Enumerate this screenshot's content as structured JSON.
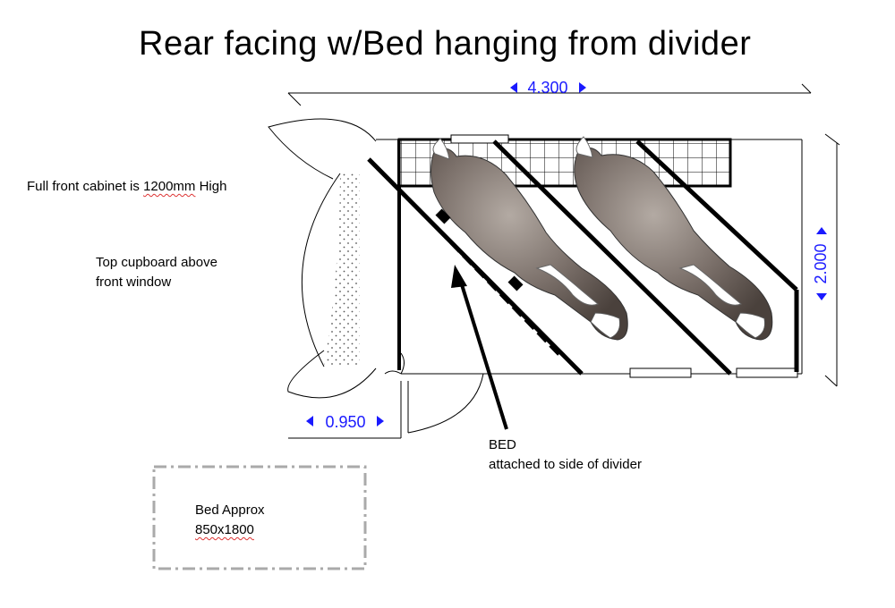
{
  "title": "Rear facing w/Bed hanging from divider",
  "dimensions": {
    "length": "4.300",
    "width": "2.000",
    "door": "0.950"
  },
  "notes": {
    "cabinet_prefix": "Full front cabinet is ",
    "cabinet_height": "1200mm",
    "cabinet_suffix": " High",
    "cupboard_line1": "Top cupboard above",
    "cupboard_line2": "front window",
    "bed_label_line1": "BED",
    "bed_label_line2": "attached to side of divider",
    "bed_box_line1": "Bed  Approx",
    "bed_box_line2": "850x1800"
  },
  "colors": {
    "dimension_text": "#1a1aff",
    "horse_body": "#7b706a",
    "lines": "#000000"
  }
}
